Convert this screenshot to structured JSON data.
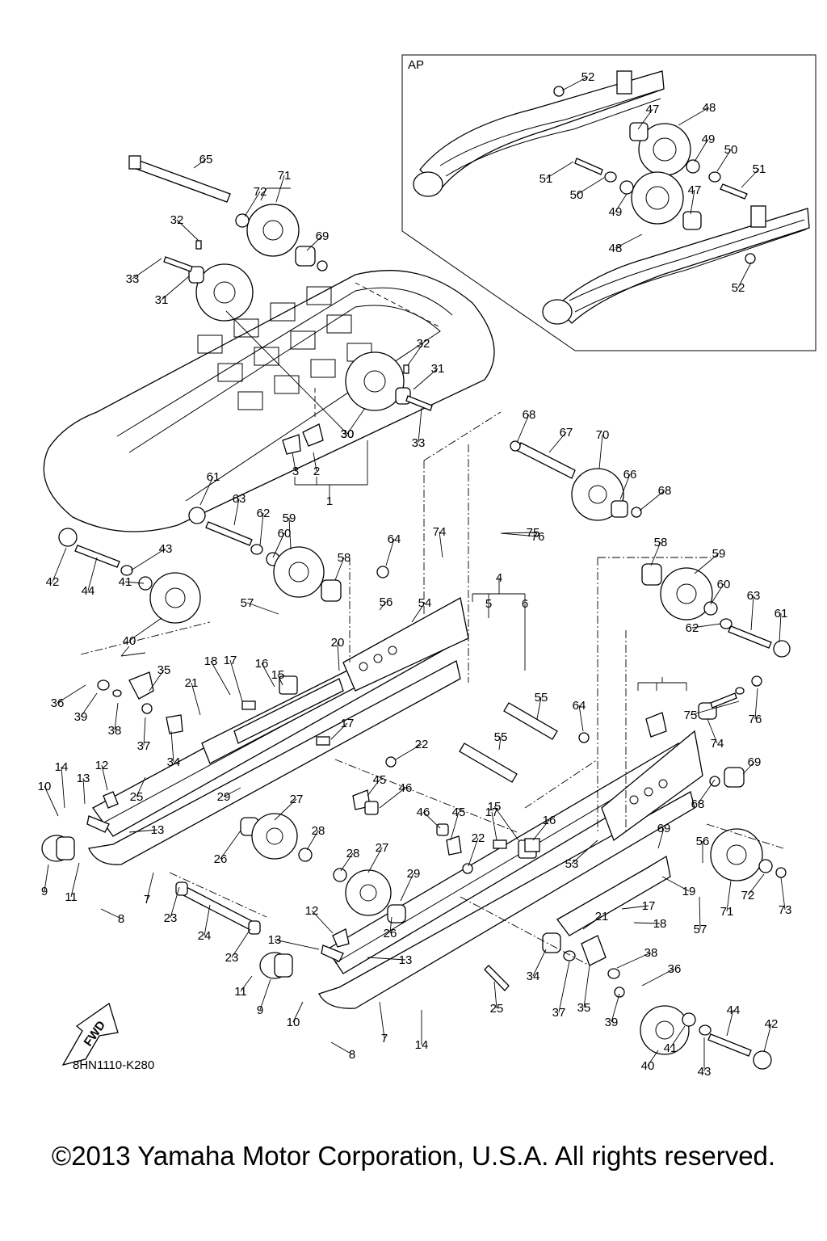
{
  "diagram": {
    "inset_label": "AP",
    "drawing_code": "8HN1110-K280",
    "fwd_label": "FWD",
    "copyright": "©2013 Yamaha Motor Corporation, U.S.A. All rights reserved.",
    "callouts": [
      "1",
      "2",
      "3",
      "4",
      "5",
      "6",
      "7",
      "8",
      "9",
      "10",
      "11",
      "12",
      "13",
      "14",
      "15",
      "16",
      "17",
      "18",
      "19",
      "20",
      "21",
      "22",
      "23",
      "24",
      "25",
      "26",
      "27",
      "28",
      "29",
      "30",
      "31",
      "32",
      "33",
      "34",
      "35",
      "36",
      "37",
      "38",
      "39",
      "40",
      "41",
      "42",
      "43",
      "44",
      "45",
      "46",
      "47",
      "48",
      "49",
      "50",
      "51",
      "52",
      "53",
      "54",
      "55",
      "56",
      "57",
      "58",
      "59",
      "60",
      "61",
      "62",
      "63",
      "64",
      "65",
      "66",
      "67",
      "68",
      "69",
      "70",
      "71",
      "72",
      "73",
      "74",
      "75",
      "76"
    ]
  }
}
